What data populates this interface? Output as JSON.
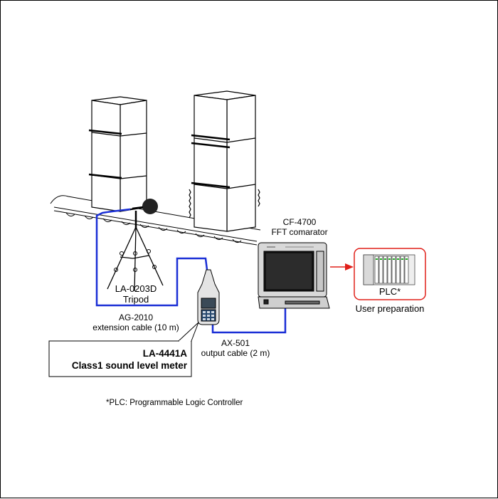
{
  "diagram": {
    "tripod": {
      "model": "LA-0203D",
      "name": "Tripod"
    },
    "extension_cable": {
      "model": "AG-2010",
      "desc": "extension cable (10 m)"
    },
    "meter": {
      "model": "LA-4441A",
      "name": "Class1 sound level meter"
    },
    "output_cable": {
      "model": "AX-501",
      "desc": "output cable (2 m)"
    },
    "comparator": {
      "model": "CF-4700",
      "name": "FFT comarator"
    },
    "plc": {
      "label": "PLC*",
      "note": "User preparation"
    },
    "footnote": "*PLC: Programmable Logic Controller"
  },
  "colors": {
    "cable": "#1a2fd6",
    "arrow": "#e0201a",
    "plc_border": "#e0201a",
    "outline": "#000000"
  }
}
